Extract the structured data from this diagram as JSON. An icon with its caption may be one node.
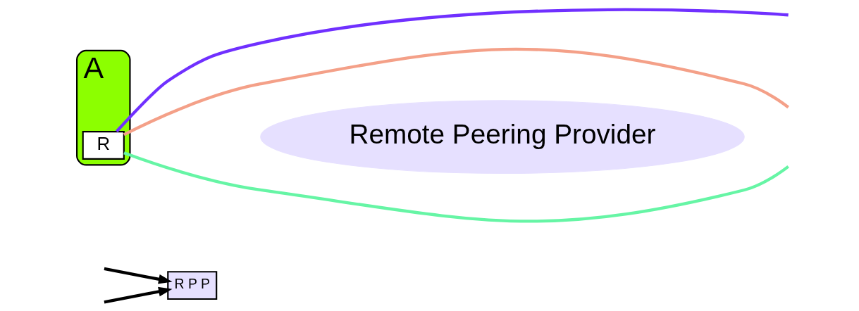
{
  "diagram": {
    "nodes": [
      {
        "text": [
          "A"
        ]
      },
      {
        "text": [
          "R"
        ],
        "in": 0
      },
      {
        "text": [
          "R P P"
        ]
      },
      {
        "text": [
          "Remote Peering Provider"
        ]
      }
    ],
    "edges": [
      {
        "from": null,
        "to": 2,
        "arrow": "to",
        "color": "#000000"
      },
      {
        "from": null,
        "to": 2,
        "arrow": "to",
        "color": "#000000"
      },
      {
        "from": 1,
        "to": null,
        "arrow": "none",
        "color": "#7030ff"
      },
      {
        "from": 1,
        "to": null,
        "arrow": "none",
        "color": "#f4a088"
      },
      {
        "from": 1,
        "to": null,
        "arrow": "none",
        "color": "#66f5a5"
      }
    ]
  }
}
